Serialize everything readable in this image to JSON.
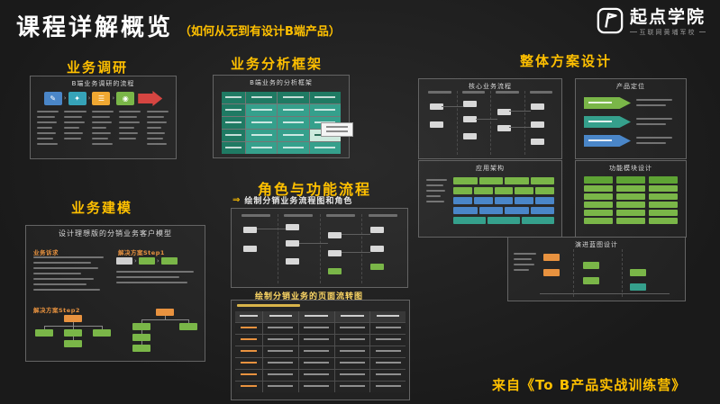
{
  "slide": {
    "title": "课程详解概览",
    "subtitle": "（如何从无到有设计B端产品）",
    "footer": "来自《To B产品实战训练营》"
  },
  "logo": {
    "name": "起点学院",
    "tagline": "互联网黄埔军校"
  },
  "sections": {
    "research": {
      "heading": "业务调研",
      "panel_title": "B端业务调研的流程",
      "step_icons": [
        "✎",
        "✦",
        "☰",
        "◉"
      ]
    },
    "analysis": {
      "heading": "业务分析框架",
      "panel_title": "B端业务的分析框架"
    },
    "overall": {
      "heading": "整体方案设计",
      "core_flow_title": "核心业务流程",
      "positioning_title": "产品定位",
      "app_arch_title": "应用架构",
      "modules_title": "功能模块设计",
      "blueprint_title": "演进蓝图设计"
    },
    "modeling": {
      "heading": "业务建模",
      "panel_title": "设计理想版的分销业务客户模型",
      "demand_label": "业务诉求",
      "step1_label": "解决方案Step1",
      "step2_label": "解决方案Step2"
    },
    "roles": {
      "heading": "角色与功能流程",
      "arrow_icon": "⇒",
      "flow_title": "绘制分销业务流程图和角色",
      "page_flow_title": "绘制分销业务的页面流转图"
    }
  },
  "colors": {
    "accent": "#FFC000",
    "red": "#D64541",
    "green": "#7AB648",
    "teal": "#35A08C",
    "blue": "#4A86C8",
    "orange": "#E8923F"
  }
}
